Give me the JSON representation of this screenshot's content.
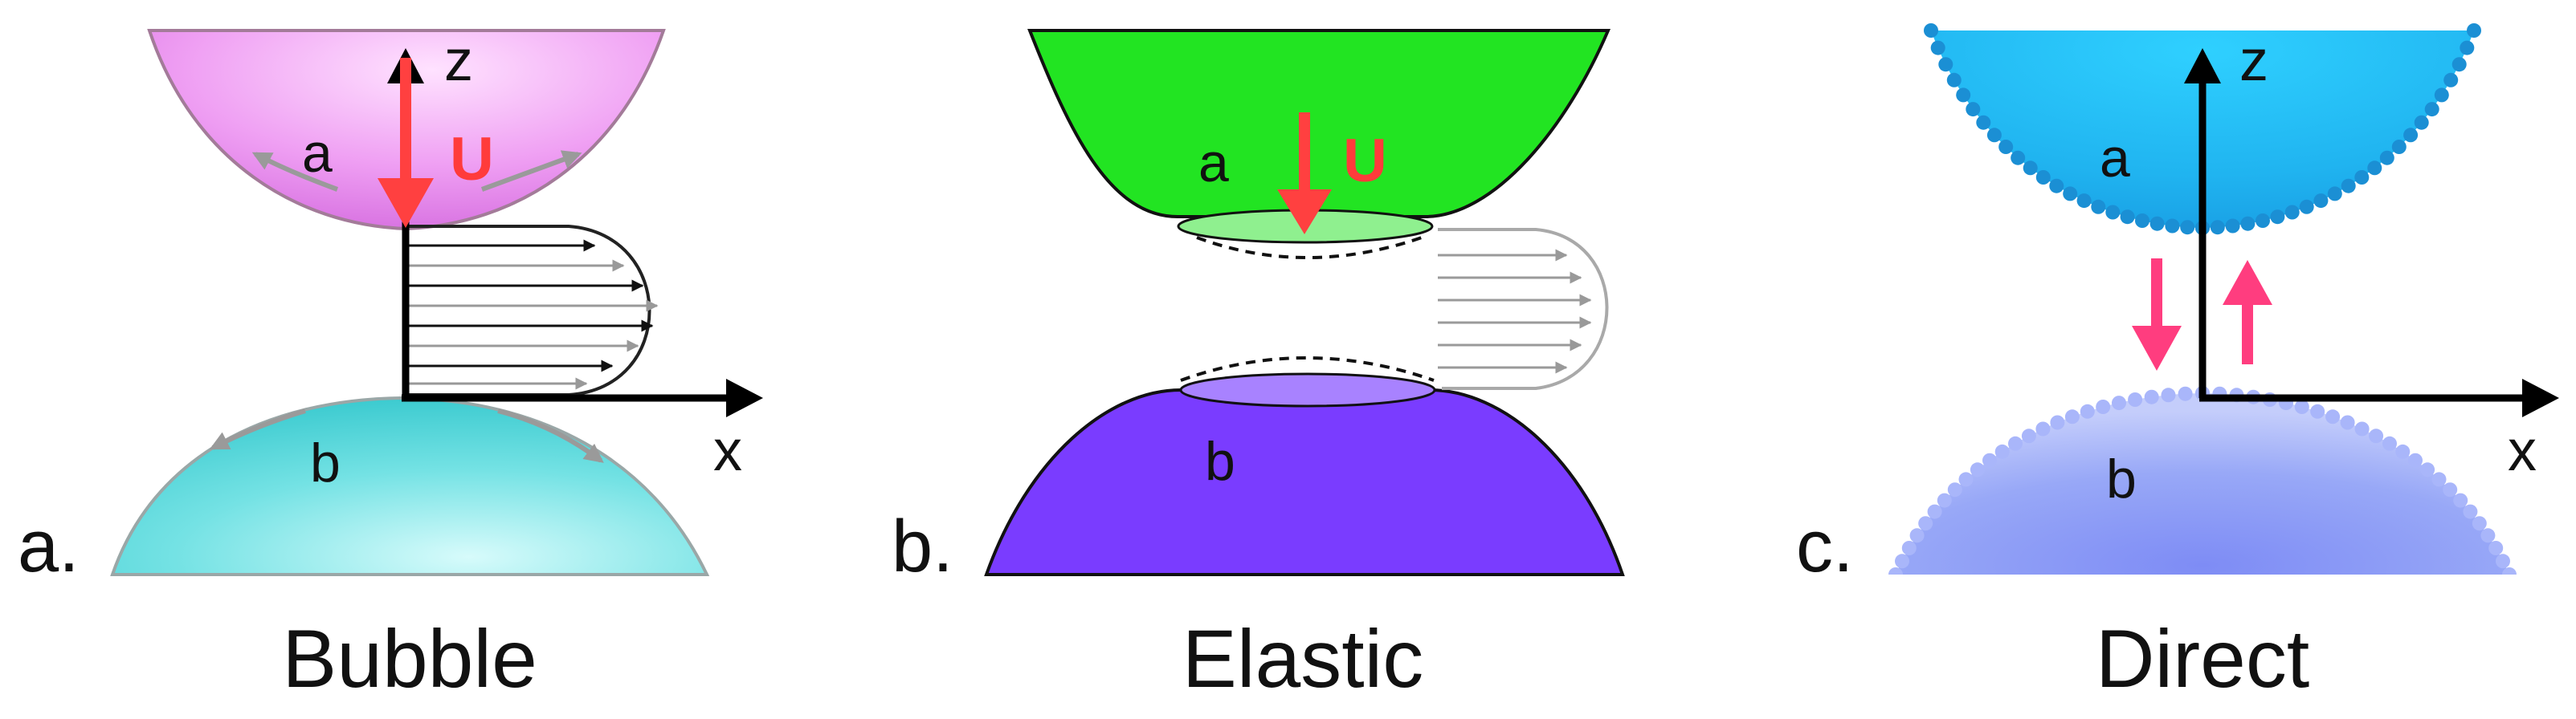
{
  "panels": [
    {
      "letter": "a.",
      "caption": "Bubble",
      "top_label": "a",
      "bottom_label": "b",
      "velocity_label": "U",
      "axis_z": "z",
      "axis_x": "x",
      "colors": {
        "top": "#e98cf0",
        "bottom": "#4fd6d8",
        "arrow": "#ff4040"
      }
    },
    {
      "letter": "b.",
      "caption": "Elastic",
      "top_label": "a",
      "bottom_label": "b",
      "velocity_label": "U",
      "colors": {
        "top": "#22e422",
        "bottom": "#7a3cff",
        "arrow": "#ff4040"
      }
    },
    {
      "letter": "c.",
      "caption": "Direct",
      "top_label": "a",
      "bottom_label": "b",
      "axis_z": "z",
      "axis_x": "x",
      "colors": {
        "top": "#2ab8f2",
        "bottom": "#8b9cf5",
        "arrow": "#ff3d7f"
      }
    }
  ]
}
